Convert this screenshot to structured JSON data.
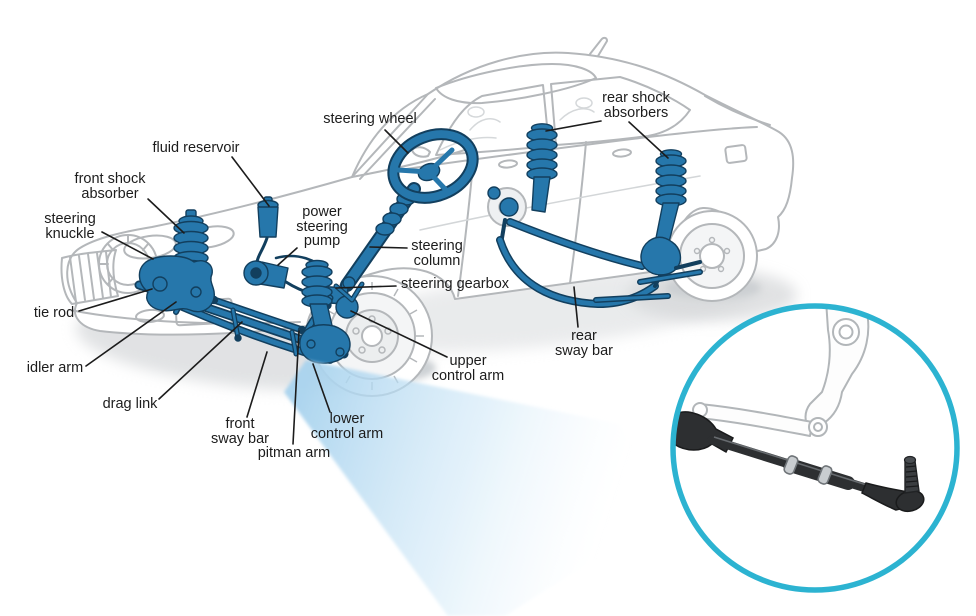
{
  "diagram": {
    "subject": "car steering and suspension cutaway diagram",
    "labels": {
      "steering_wheel": {
        "text": "steering wheel"
      },
      "fluid_reservoir": {
        "text": "fluid reservoir"
      },
      "front_shock_absorber": {
        "text": "front shock\nabsorber"
      },
      "steering_knuckle": {
        "text": "steering\nknuckle"
      },
      "tie_rod": {
        "text": "tie rod"
      },
      "idler_arm": {
        "text": "idler arm"
      },
      "drag_link": {
        "text": "drag link"
      },
      "front_sway_bar": {
        "text": "front\nsway bar"
      },
      "pitman_arm": {
        "text": "pitman arm"
      },
      "lower_control_arm": {
        "text": "lower\ncontrol arm"
      },
      "upper_control_arm": {
        "text": "upper\ncontrol arm"
      },
      "steering_gearbox": {
        "text": "steering gearbox"
      },
      "steering_column": {
        "text": "steering\ncolumn"
      },
      "power_steering_pump": {
        "text": "power\nsteering\npump"
      },
      "rear_shock_absorbers": {
        "text": "rear shock\nabsorbers"
      },
      "rear_sway_bar": {
        "text": "rear\nsway bar"
      }
    },
    "colors": {
      "highlight_part_blue": "#2677ab",
      "part_outline_dark": "#123f5e",
      "car_line_gray": "#b4b7ba",
      "label_text": "#1c1c1c",
      "inset_ring_cyan": "#2cb3d1",
      "beam_light_blue": "#a9d3ee",
      "inset_part_dark": "#2d2f31"
    }
  }
}
